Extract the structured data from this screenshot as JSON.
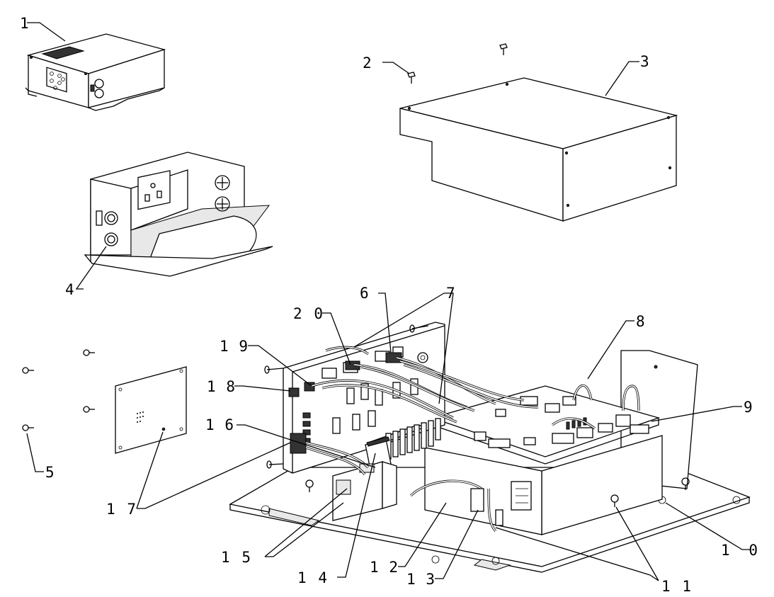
{
  "diagram": {
    "callouts": [
      {
        "id": "c1",
        "text": "1"
      },
      {
        "id": "c2",
        "text": "2"
      },
      {
        "id": "c3",
        "text": "3"
      },
      {
        "id": "c4",
        "text": "4"
      },
      {
        "id": "c5",
        "text": "5"
      },
      {
        "id": "c6",
        "text": "6"
      },
      {
        "id": "c7",
        "text": "7"
      },
      {
        "id": "c8",
        "text": "8"
      },
      {
        "id": "c9",
        "text": "9"
      },
      {
        "id": "c10",
        "text": "10"
      },
      {
        "id": "c11",
        "text": "11"
      },
      {
        "id": "c12",
        "text": "12"
      },
      {
        "id": "c13",
        "text": "13"
      },
      {
        "id": "c14",
        "text": "14"
      },
      {
        "id": "c15",
        "text": "15"
      },
      {
        "id": "c16",
        "text": "16"
      },
      {
        "id": "c17",
        "text": "17"
      },
      {
        "id": "c18",
        "text": "18"
      },
      {
        "id": "c19",
        "text": "19"
      },
      {
        "id": "c20",
        "text": "20"
      }
    ]
  }
}
